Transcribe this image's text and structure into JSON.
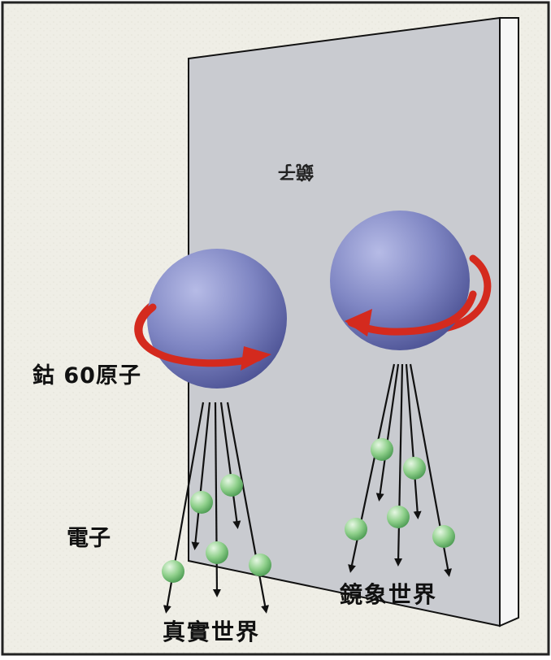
{
  "labels": {
    "atom": "鈷 60原子",
    "electron": "電子",
    "mirror_world": "鏡象世界",
    "real_world": "真實世界",
    "mirrored_text": "鏡子"
  },
  "colors": {
    "background": "#efeee6",
    "mirror_face": "#c9cbd0",
    "mirror_edge": "#f6f6f6",
    "sphere": "#7f86c3",
    "arrow_red": "#d42a1e",
    "electron": "#8fd08b"
  },
  "icons": {
    "rotation_arrow": "curved-arrow",
    "electron_arrow": "down-arrow"
  }
}
